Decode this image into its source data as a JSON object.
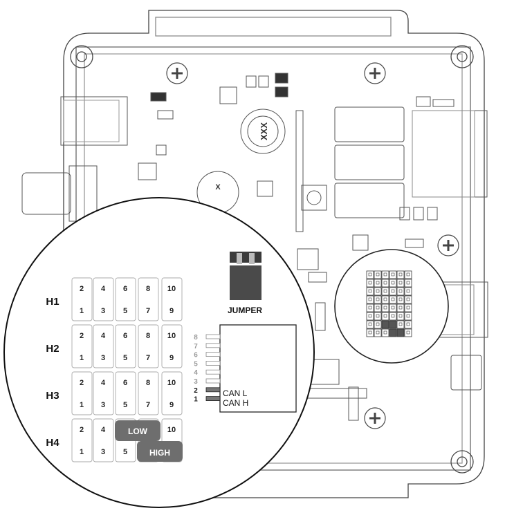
{
  "headers": [
    {
      "name": "H1",
      "top": [
        "2",
        "4",
        "6",
        "8",
        "10"
      ],
      "bottom": [
        "1",
        "3",
        "5",
        "7",
        "9"
      ]
    },
    {
      "name": "H2",
      "top": [
        "2",
        "4",
        "6",
        "8",
        "10"
      ],
      "bottom": [
        "1",
        "3",
        "5",
        "7",
        "9"
      ]
    },
    {
      "name": "H3",
      "top": [
        "2",
        "4",
        "6",
        "8",
        "10"
      ],
      "bottom": [
        "1",
        "3",
        "5",
        "7",
        "9"
      ]
    },
    {
      "name": "H4",
      "top": [
        "2",
        "4",
        "",
        "",
        "10"
      ],
      "bottom": [
        "1",
        "3",
        "5",
        "",
        ""
      ]
    }
  ],
  "h4_pills": {
    "low": "LOW",
    "high": "HIGH"
  },
  "jumper_label": "JUMPER",
  "connector_pins": [
    "8",
    "7",
    "6",
    "5",
    "4",
    "3",
    "2",
    "1"
  ],
  "can_labels": {
    "can_l": "CAN L",
    "can_h": "CAN H"
  },
  "board_marks": {
    "inductor": "XXX",
    "inductor2": "X"
  },
  "colors": {
    "jumper": "#4a4a4a",
    "pill": "#6e6e6e",
    "outline": "#333333",
    "board": "#555555"
  }
}
